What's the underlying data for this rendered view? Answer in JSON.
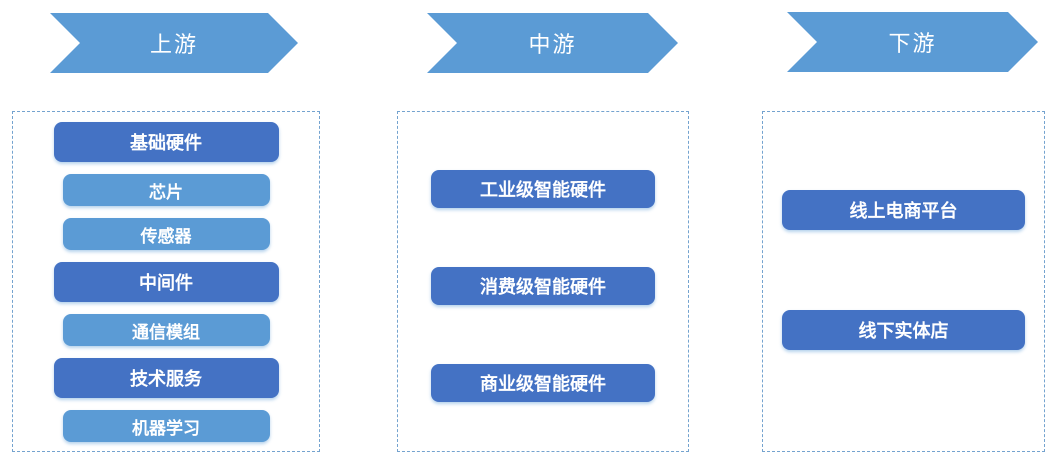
{
  "diagram": {
    "type": "industry-chain-flow",
    "colors": {
      "stage_arrow": "#5b9bd5",
      "node_dark": "#4472c4",
      "node_light": "#5b9bd5",
      "dashed_border": "#74a3cf",
      "text": "#ffffff",
      "background": "#ffffff"
    },
    "stages": [
      {
        "label": "上游",
        "items": [
          {
            "label": "基础硬件",
            "tone": "dark"
          },
          {
            "label": "芯片",
            "tone": "light"
          },
          {
            "label": "传感器",
            "tone": "light"
          },
          {
            "label": "中间件",
            "tone": "dark"
          },
          {
            "label": "通信模组",
            "tone": "light"
          },
          {
            "label": "技术服务",
            "tone": "dark"
          },
          {
            "label": "机器学习",
            "tone": "light"
          }
        ]
      },
      {
        "label": "中游",
        "items": [
          {
            "label": "工业级智能硬件",
            "tone": "dark"
          },
          {
            "label": "消费级智能硬件",
            "tone": "dark"
          },
          {
            "label": "商业级智能硬件",
            "tone": "dark"
          }
        ]
      },
      {
        "label": "下游",
        "items": [
          {
            "label": "线上电商平台",
            "tone": "dark"
          },
          {
            "label": "线下实体店",
            "tone": "dark"
          }
        ]
      }
    ]
  }
}
